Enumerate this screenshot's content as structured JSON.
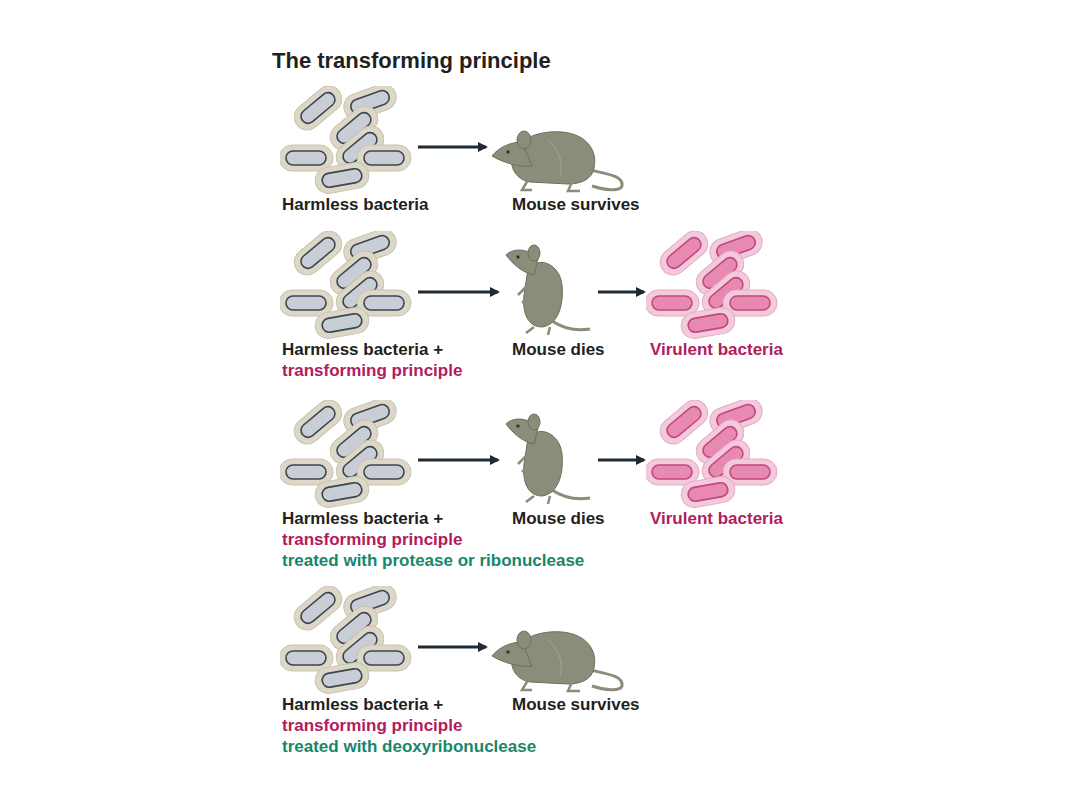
{
  "diagram": {
    "title": "The transforming principle",
    "nodes": [
      {
        "text": [
          "Harmless bacteria"
        ]
      },
      {
        "text": [
          "Mouse survives"
        ]
      },
      {
        "text": [
          "Harmless bacteria +",
          "transforming principle"
        ]
      },
      {
        "text": [
          "Mouse dies"
        ]
      },
      {
        "text": [
          "Virulent bacteria"
        ]
      },
      {
        "text": [
          "Harmless bacteria +",
          "transforming principle",
          "treated with protease or ribonuclease"
        ]
      },
      {
        "text": [
          "Mouse dies"
        ]
      },
      {
        "text": [
          "Virulent bacteria"
        ]
      },
      {
        "text": [
          "Harmless bacteria +",
          "transforming principle",
          "treated with deoxyribonuclease"
        ]
      },
      {
        "text": [
          "Mouse survives"
        ]
      }
    ],
    "edges": [
      {
        "from": 0,
        "to": 1,
        "arrow": "to"
      },
      {
        "from": 2,
        "to": 3,
        "arrow": "to"
      },
      {
        "from": 3,
        "to": 4,
        "arrow": "to"
      },
      {
        "from": 5,
        "to": 6,
        "arrow": "to"
      },
      {
        "from": 6,
        "to": 7,
        "arrow": "to"
      },
      {
        "from": 8,
        "to": 9,
        "arrow": "to"
      }
    ]
  }
}
